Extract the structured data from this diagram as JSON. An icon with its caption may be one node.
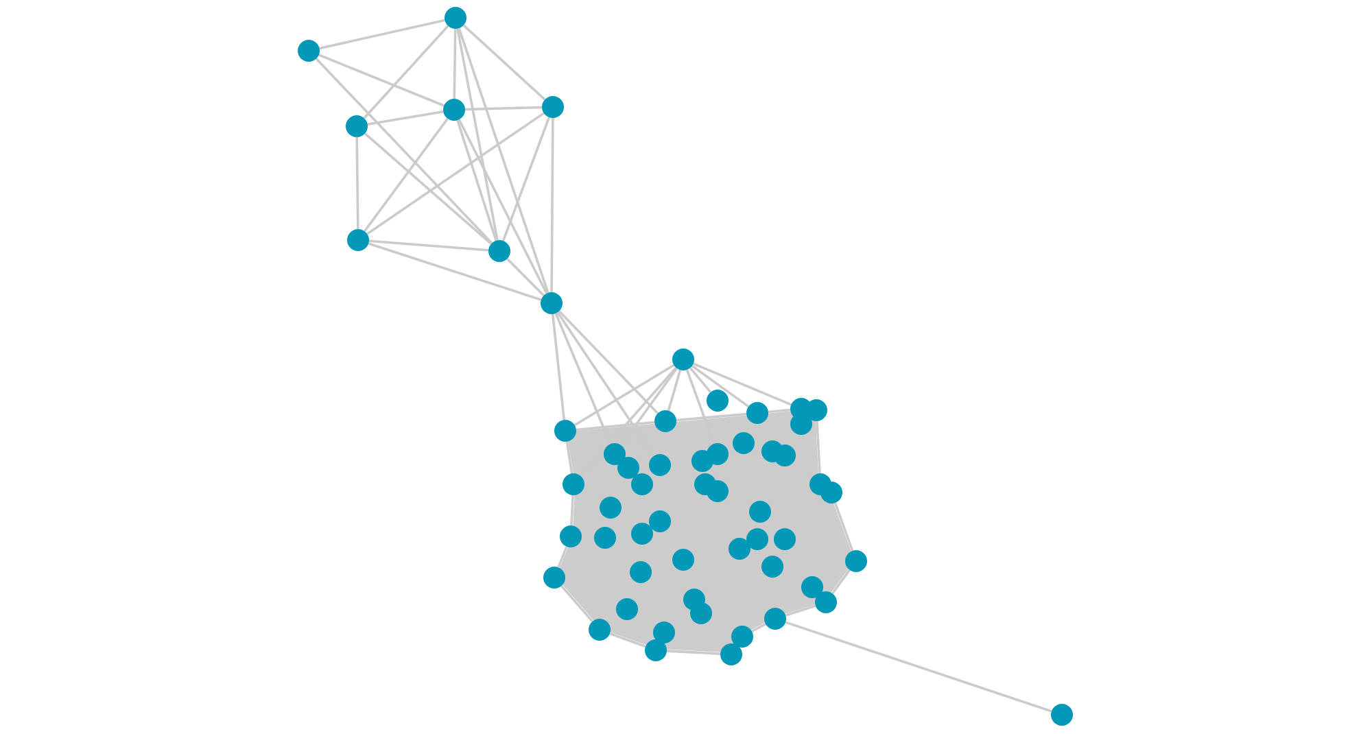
{
  "diagram": {
    "nodes": [
      {
        "text": [],
        "shape": "circle"
      },
      {
        "text": [],
        "shape": "circle"
      },
      {
        "text": [],
        "shape": "circle"
      },
      {
        "text": [],
        "shape": "circle"
      },
      {
        "text": [],
        "shape": "circle"
      },
      {
        "text": [],
        "shape": "circle"
      },
      {
        "text": [],
        "shape": "circle"
      },
      {
        "text": [],
        "shape": "circle"
      },
      {
        "text": [],
        "shape": "circle"
      },
      {
        "text": [],
        "shape": "circle"
      },
      {
        "text": [],
        "shape": "circle"
      },
      {
        "text": [],
        "shape": "circle"
      },
      {
        "text": [],
        "shape": "circle"
      },
      {
        "text": [],
        "shape": "circle"
      },
      {
        "text": [],
        "shape": "circle"
      },
      {
        "text": [],
        "shape": "circle"
      },
      {
        "text": [],
        "shape": "circle"
      },
      {
        "text": [],
        "shape": "circle"
      },
      {
        "text": [],
        "shape": "circle"
      },
      {
        "text": [],
        "shape": "circle"
      },
      {
        "text": [],
        "shape": "circle"
      },
      {
        "text": [],
        "shape": "circle"
      },
      {
        "text": [],
        "shape": "circle"
      },
      {
        "text": [],
        "shape": "circle"
      },
      {
        "text": [],
        "shape": "circle"
      },
      {
        "text": [],
        "shape": "circle"
      },
      {
        "text": [],
        "shape": "circle"
      },
      {
        "text": [],
        "shape": "circle"
      },
      {
        "text": [],
        "shape": "circle"
      },
      {
        "text": [],
        "shape": "circle"
      },
      {
        "text": [],
        "shape": "circle"
      },
      {
        "text": [],
        "shape": "circle"
      },
      {
        "text": [],
        "shape": "circle"
      },
      {
        "text": [],
        "shape": "circle"
      },
      {
        "text": [],
        "shape": "circle"
      },
      {
        "text": [],
        "shape": "circle"
      },
      {
        "text": [],
        "shape": "circle"
      },
      {
        "text": [],
        "shape": "circle"
      },
      {
        "text": [],
        "shape": "circle"
      },
      {
        "text": [],
        "shape": "circle"
      },
      {
        "text": [],
        "shape": "circle"
      },
      {
        "text": [],
        "shape": "circle"
      },
      {
        "text": [],
        "shape": "circle"
      },
      {
        "text": [],
        "shape": "circle"
      },
      {
        "text": [],
        "shape": "circle"
      },
      {
        "text": [],
        "shape": "circle"
      },
      {
        "text": [],
        "shape": "circle"
      },
      {
        "text": [],
        "shape": "circle"
      },
      {
        "text": [],
        "shape": "circle"
      },
      {
        "text": [],
        "shape": "circle"
      },
      {
        "text": [],
        "shape": "circle"
      },
      {
        "text": [],
        "shape": "circle"
      },
      {
        "text": [],
        "shape": "circle"
      },
      {
        "text": [],
        "shape": "circle"
      },
      {
        "text": [],
        "shape": "circle"
      },
      {
        "text": [],
        "shape": "circle"
      }
    ],
    "edges": [
      {
        "from": 1,
        "to": 0,
        "arrow": "none"
      },
      {
        "from": 1,
        "to": 3,
        "arrow": "none"
      },
      {
        "from": 1,
        "to": 6,
        "arrow": "none"
      },
      {
        "from": 0,
        "to": 3,
        "arrow": "none"
      },
      {
        "from": 0,
        "to": 2,
        "arrow": "none"
      },
      {
        "from": 0,
        "to": 4,
        "arrow": "none"
      },
      {
        "from": 0,
        "to": 6,
        "arrow": "none"
      },
      {
        "from": 0,
        "to": 7,
        "arrow": "none"
      },
      {
        "from": 4,
        "to": 3,
        "arrow": "none"
      },
      {
        "from": 3,
        "to": 2,
        "arrow": "none"
      },
      {
        "from": 3,
        "to": 5,
        "arrow": "none"
      },
      {
        "from": 3,
        "to": 6,
        "arrow": "none"
      },
      {
        "from": 3,
        "to": 7,
        "arrow": "none"
      },
      {
        "from": 4,
        "to": 5,
        "arrow": "none"
      },
      {
        "from": 4,
        "to": 6,
        "arrow": "none"
      },
      {
        "from": 2,
        "to": 5,
        "arrow": "none"
      },
      {
        "from": 2,
        "to": 6,
        "arrow": "none"
      },
      {
        "from": 2,
        "to": 7,
        "arrow": "none"
      },
      {
        "from": 5,
        "to": 6,
        "arrow": "none"
      },
      {
        "from": 5,
        "to": 7,
        "arrow": "none"
      },
      {
        "from": 6,
        "to": 7,
        "arrow": "none"
      },
      {
        "from": 7,
        "to": 15,
        "arrow": "none"
      },
      {
        "from": 7,
        "to": 17,
        "arrow": "none"
      },
      {
        "from": 7,
        "to": 13,
        "arrow": "none"
      },
      {
        "from": 7,
        "to": 23,
        "arrow": "none"
      },
      {
        "from": 8,
        "to": 15,
        "arrow": "none"
      },
      {
        "from": 8,
        "to": 24,
        "arrow": "none"
      },
      {
        "from": 8,
        "to": 17,
        "arrow": "none"
      },
      {
        "from": 8,
        "to": 13,
        "arrow": "none"
      },
      {
        "from": 8,
        "to": 20,
        "arrow": "none"
      },
      {
        "from": 8,
        "to": 9,
        "arrow": "none"
      },
      {
        "from": 8,
        "to": 10,
        "arrow": "none"
      },
      {
        "from": 8,
        "to": 11,
        "arrow": "none"
      },
      {
        "from": 15,
        "to": 13,
        "arrow": "none"
      },
      {
        "from": 13,
        "to": 10,
        "arrow": "none"
      },
      {
        "from": 10,
        "to": 11,
        "arrow": "none"
      },
      {
        "from": 12,
        "to": 28,
        "arrow": "none"
      },
      {
        "from": 29,
        "to": 40,
        "arrow": "none"
      },
      {
        "from": 40,
        "to": 46,
        "arrow": "none"
      },
      {
        "from": 46,
        "to": 49,
        "arrow": "none"
      },
      {
        "from": 49,
        "to": 52,
        "arrow": "none"
      },
      {
        "from": 54,
        "to": 53,
        "arrow": "none"
      },
      {
        "from": 53,
        "to": 50,
        "arrow": "none"
      },
      {
        "from": 50,
        "to": 43,
        "arrow": "none"
      },
      {
        "from": 43,
        "to": 33,
        "arrow": "none"
      },
      {
        "from": 33,
        "to": 24,
        "arrow": "none"
      },
      {
        "from": 24,
        "to": 15,
        "arrow": "none"
      },
      {
        "from": 49,
        "to": 55,
        "arrow": "none"
      }
    ]
  }
}
